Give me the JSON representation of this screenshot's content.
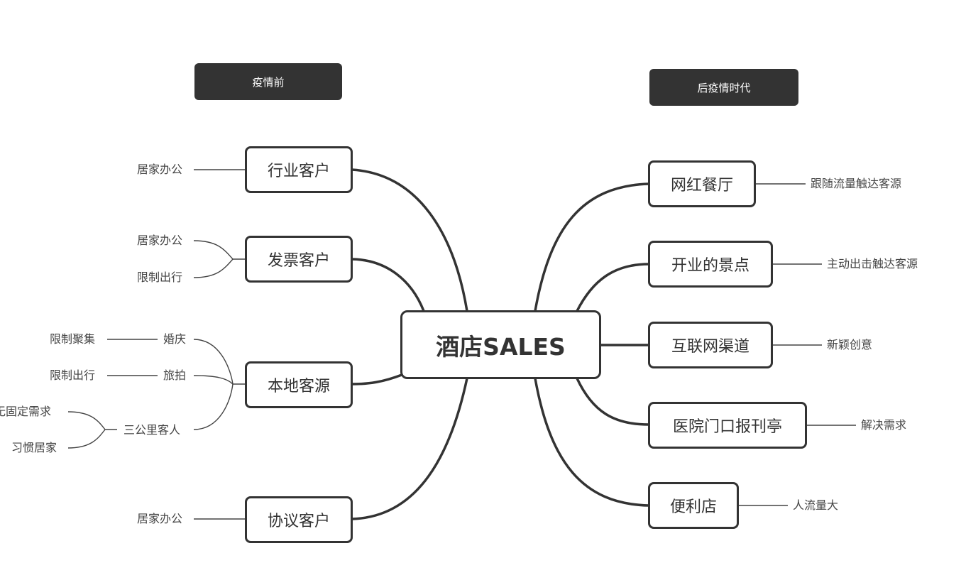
{
  "center": {
    "label": "酒店SALES"
  },
  "left_header": {
    "label": "疫情前"
  },
  "right_header": {
    "label": "后疫情时代"
  },
  "left_branches": [
    {
      "label": "行业客户",
      "children": [
        {
          "label": "居家办公"
        }
      ]
    },
    {
      "label": "发票客户",
      "children": [
        {
          "label": "居家办公"
        },
        {
          "label": "限制出行"
        }
      ]
    },
    {
      "label": "本地客源",
      "children": [
        {
          "label": "婚庆",
          "children": [
            {
              "label": "限制聚集"
            }
          ]
        },
        {
          "label": "旅拍",
          "children": [
            {
              "label": "限制出行"
            }
          ]
        },
        {
          "label": "三公里客人",
          "children": [
            {
              "label": "无固定需求"
            },
            {
              "label": "习惯居家"
            }
          ]
        }
      ]
    },
    {
      "label": "协议客户",
      "children": [
        {
          "label": "居家办公"
        }
      ]
    }
  ],
  "right_branches": [
    {
      "label": "网红餐厅",
      "children": [
        {
          "label": "跟随流量触达客源"
        }
      ]
    },
    {
      "label": "开业的景点",
      "children": [
        {
          "label": "主动出击触达客源"
        }
      ]
    },
    {
      "label": "互联网渠道",
      "children": [
        {
          "label": "新颖创意"
        }
      ]
    },
    {
      "label": "医院门口报刊亭",
      "children": [
        {
          "label": "解决需求"
        }
      ]
    },
    {
      "label": "便利店",
      "children": [
        {
          "label": "人流量大"
        }
      ]
    }
  ]
}
